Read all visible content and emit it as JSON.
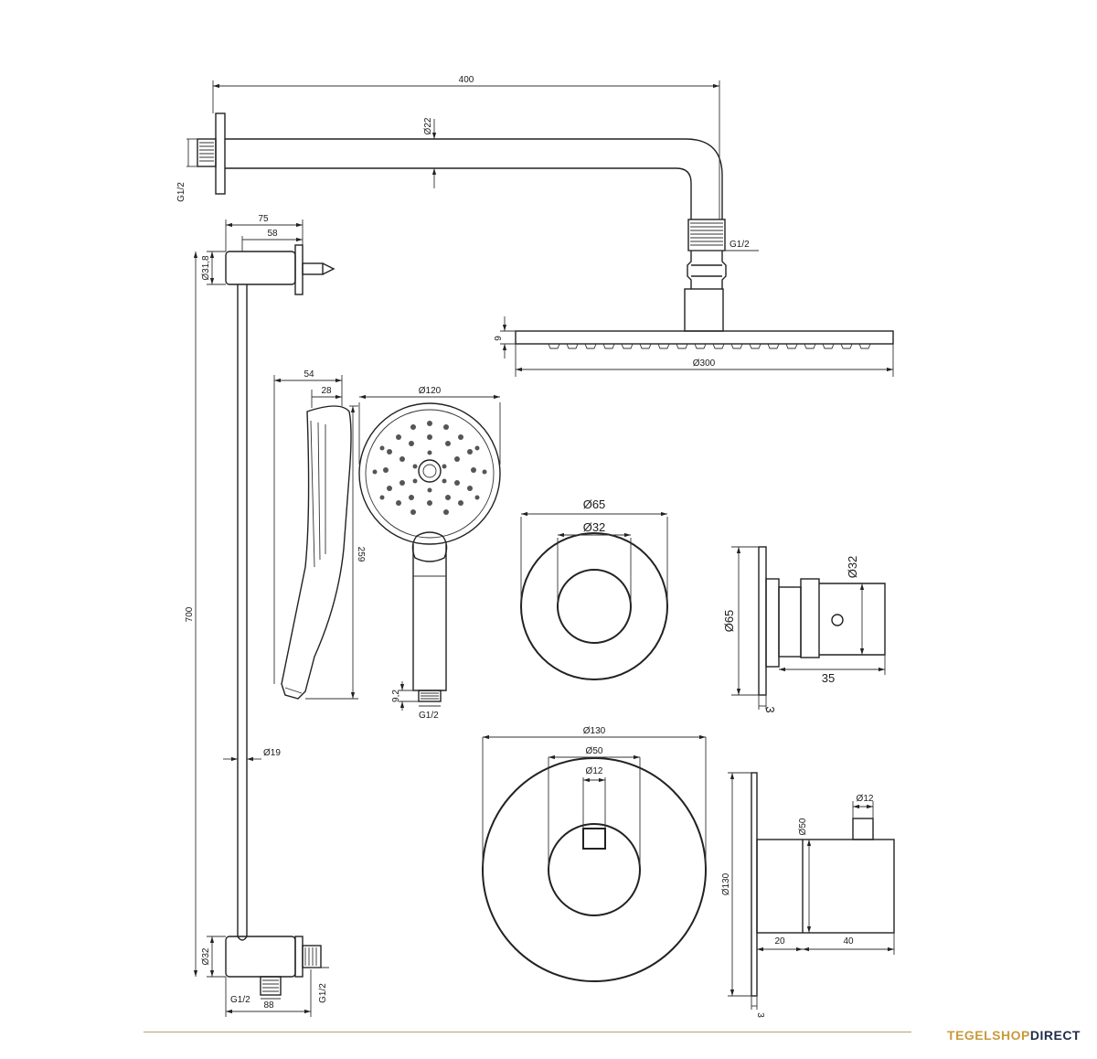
{
  "brand": {
    "part1": "TEGELSHOP",
    "part2": "DIRECT",
    "color1": "#c89a3c",
    "color2": "#1f2d4a"
  },
  "dimensions": {
    "arm_length": "400",
    "arm_diameter": "Ø22",
    "arm_thread": "G1/2",
    "head_thread": "G1/2",
    "head_thickness": "9",
    "head_diameter": "Ø300",
    "rail_holder_depth_75": "75",
    "rail_holder_depth_58": "58",
    "rail_holder_diameter": "Ø31,8",
    "rail_length": "700",
    "rail_diameter": "Ø19",
    "rail_base_diameter": "Ø32",
    "rail_base_thread_left": "G1/2",
    "rail_base_thread_right": "G1/2",
    "rail_base_width": "88",
    "hand_depth_54": "54",
    "hand_depth_28": "28",
    "hand_length": "259",
    "hand_head_diameter": "Ø120",
    "hand_thread_len": "9,2",
    "hand_thread": "G1/2",
    "stop_rosette": "Ø65",
    "stop_body": "Ø32",
    "stop_side_rosette": "Ø65",
    "stop_side_body": "Ø32",
    "stop_side_length": "35",
    "stop_side_thickness": "3",
    "thermo_rosette": "Ø130",
    "thermo_body": "Ø50",
    "thermo_knob": "Ø12",
    "thermo_side_rosette": "Ø130",
    "thermo_side_body": "Ø50",
    "thermo_side_knob": "Ø12",
    "thermo_side_20": "20",
    "thermo_side_40": "40",
    "thermo_side_thickness": "3"
  }
}
